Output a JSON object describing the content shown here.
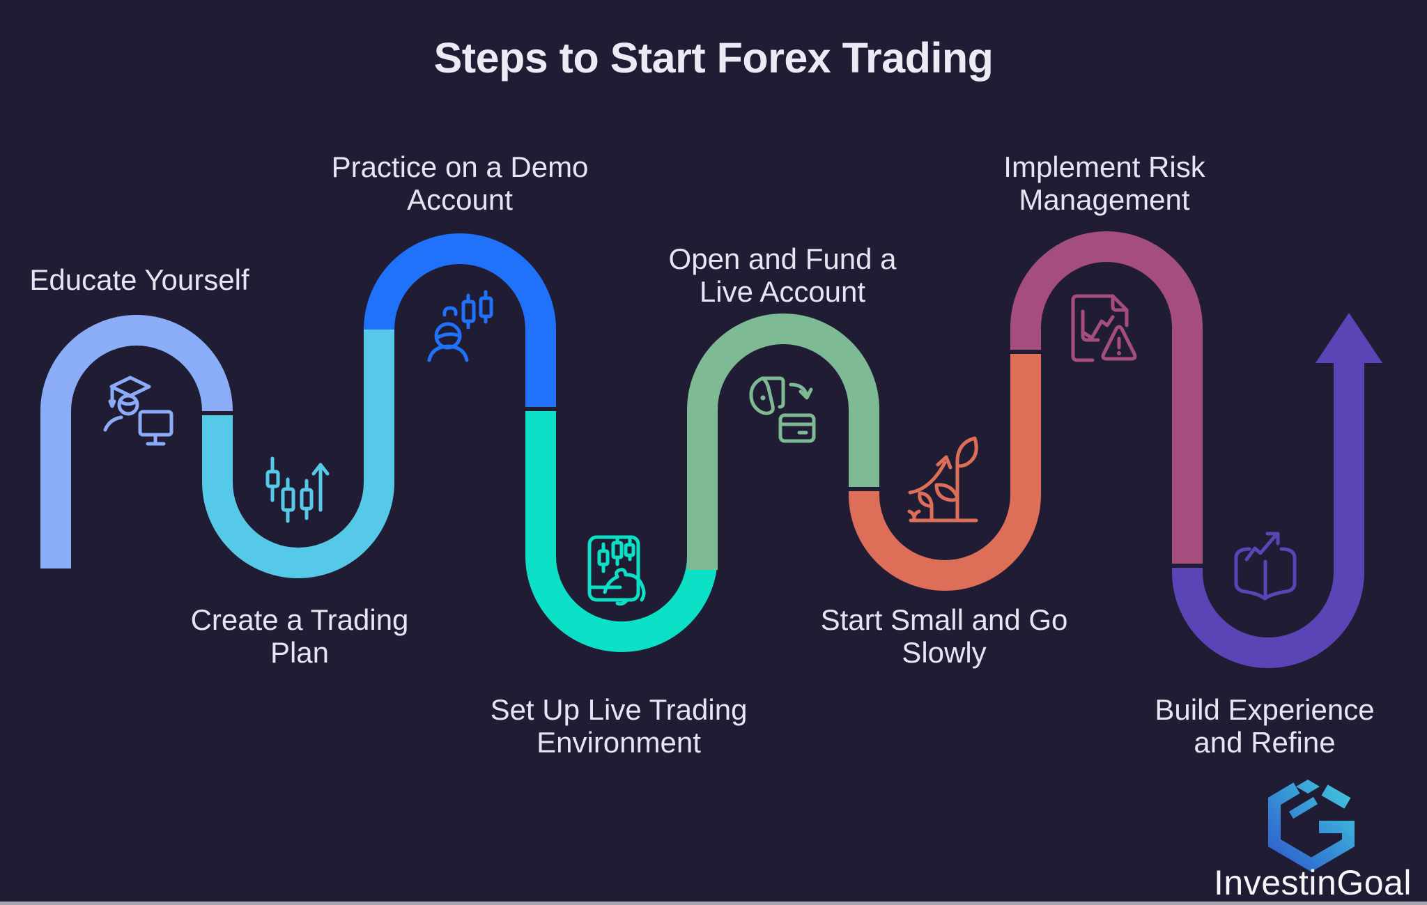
{
  "title": {
    "text": "Steps to Start Forex Trading",
    "color": "#eceaf5"
  },
  "background_color": "#201c34",
  "label_color": "#e7e5f1",
  "footer_bar_color": "#a7a6ae",
  "steps": [
    {
      "label_line1": "Educate Yourself",
      "label_line2": "",
      "color": "#8badf8",
      "icon": "graduation-cap-monitor-icon"
    },
    {
      "label_line1": "Create a Trading",
      "label_line2": "Plan",
      "color": "#56c9e9",
      "icon": "candlestick-up-arrow-icon"
    },
    {
      "label_line1": "Practice on a Demo",
      "label_line2": "Account",
      "color": "#2172fb",
      "icon": "trader-person-candlesticks-icon"
    },
    {
      "label_line1": "Set Up Live Trading",
      "label_line2": "Environment",
      "color": "#0ce0c6",
      "icon": "phone-trading-app-hand-icon"
    },
    {
      "label_line1": "Open and Fund a",
      "label_line2": "Live Account",
      "color": "#7eba93",
      "icon": "wallet-deposit-card-icon"
    },
    {
      "label_line1": "Start Small and Go",
      "label_line2": "Slowly",
      "color": "#dd6f58",
      "icon": "growing-plant-arrow-icon"
    },
    {
      "label_line1": "Implement Risk",
      "label_line2": "Management",
      "color": "#a54d7d",
      "icon": "report-warning-icon"
    },
    {
      "label_line1": "Build Experience",
      "label_line2": "and Refine",
      "color": "#5b44b5",
      "icon": "open-book-growth-arrow-icon"
    }
  ],
  "flow_arrow_color": "#5b44b5",
  "logo": {
    "text": "InvestinGoal",
    "text_color": "#f5f5fa",
    "gradient_start": "#2f5ecf",
    "gradient_end": "#41c8dc"
  }
}
